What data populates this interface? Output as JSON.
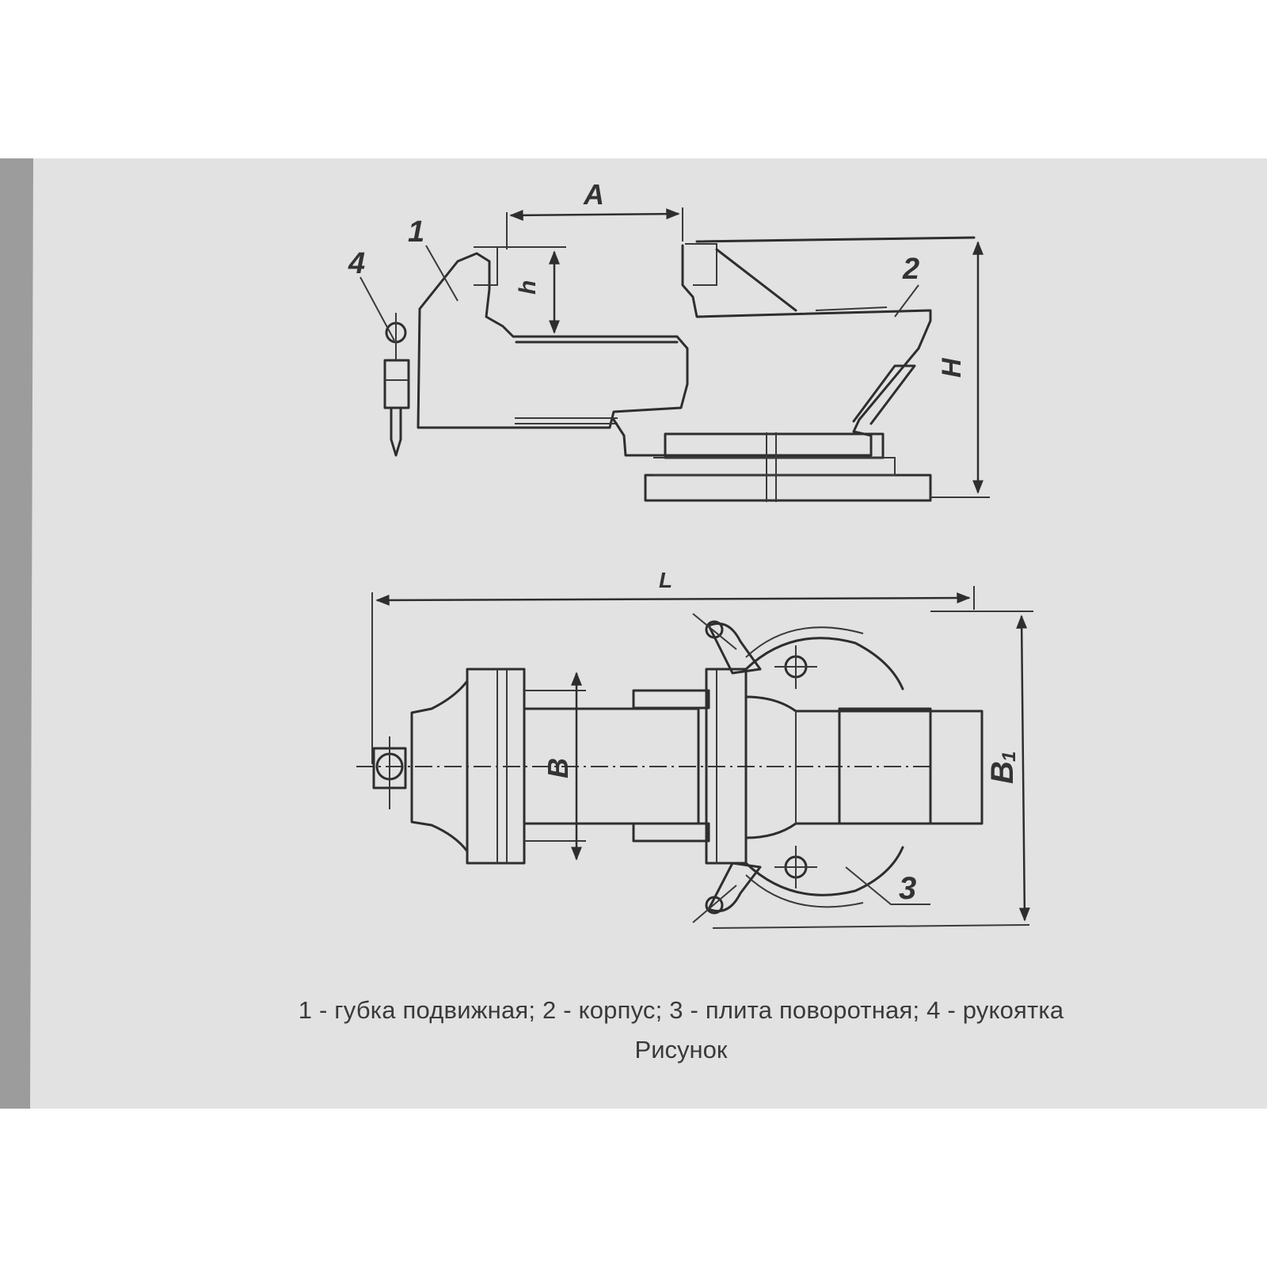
{
  "drawing": {
    "dimensions": {
      "A": "A",
      "h": "h",
      "H": "H",
      "L": "L",
      "B": "B",
      "B1_main": "B",
      "B1_sub": "1"
    },
    "parts": {
      "p1": "1",
      "p2": "2",
      "p3": "3",
      "p4": "4"
    }
  },
  "caption": {
    "legend": "1 - губка подвижная; 2 - корпус; 3 - плита поворотная; 4 - рукоятка",
    "title": "Рисунок"
  }
}
